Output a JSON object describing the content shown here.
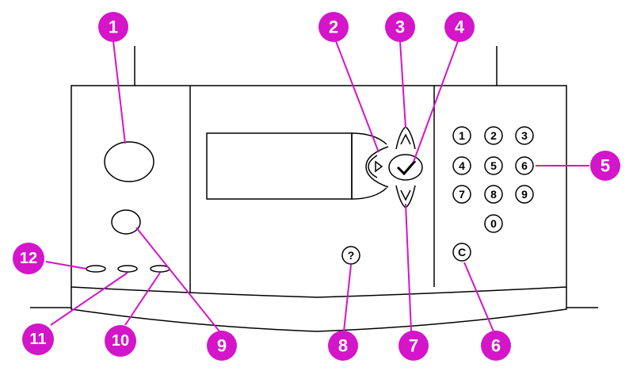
{
  "colors": {
    "callout": "#d415c9",
    "outline": "#000000",
    "background": "#ffffff"
  },
  "callouts": [
    "1",
    "2",
    "3",
    "4",
    "5",
    "6",
    "7",
    "8",
    "9",
    "10",
    "11",
    "12"
  ],
  "keypad": {
    "digits": [
      "1",
      "2",
      "3",
      "4",
      "5",
      "6",
      "7",
      "8",
      "9",
      "0"
    ],
    "clear": "C"
  },
  "help_button": {
    "label": "?"
  },
  "icons": {
    "select": "checkmark-icon",
    "up": "up-arrow-icon",
    "down": "down-arrow-icon",
    "back": "back-arrow-icon"
  }
}
